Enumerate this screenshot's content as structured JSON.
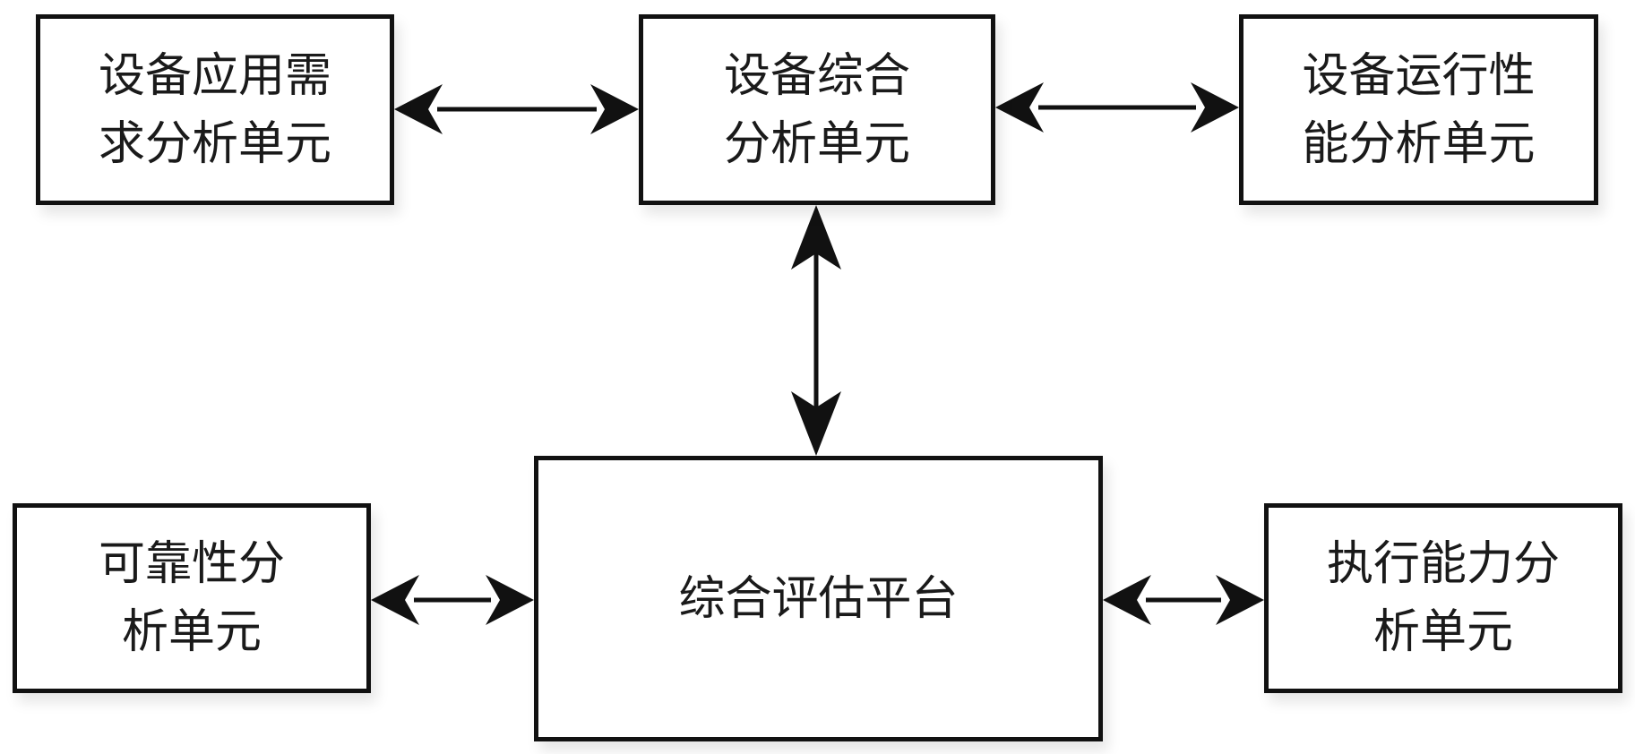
{
  "diagram": {
    "boxes": {
      "demand": {
        "lines": [
          "设备应用需",
          "求分析单元"
        ]
      },
      "integrated": {
        "lines": [
          "设备综合",
          "分析单元"
        ]
      },
      "performance": {
        "lines": [
          "设备运行性",
          "能分析单元"
        ]
      },
      "platform": {
        "lines": [
          "综合评估平台"
        ]
      },
      "reliability": {
        "lines": [
          "可靠性分",
          "析单元"
        ]
      },
      "execution": {
        "lines": [
          "执行能力分",
          "析单元"
        ]
      }
    },
    "connections": [
      {
        "from": "demand",
        "to": "integrated",
        "direction": "bidirectional"
      },
      {
        "from": "integrated",
        "to": "performance",
        "direction": "bidirectional"
      },
      {
        "from": "integrated",
        "to": "platform",
        "direction": "bidirectional"
      },
      {
        "from": "reliability",
        "to": "platform",
        "direction": "bidirectional"
      },
      {
        "from": "platform",
        "to": "execution",
        "direction": "bidirectional"
      }
    ],
    "colors": {
      "stroke": "#111111",
      "text": "#1a1a1a",
      "background": "#ffffff"
    }
  }
}
